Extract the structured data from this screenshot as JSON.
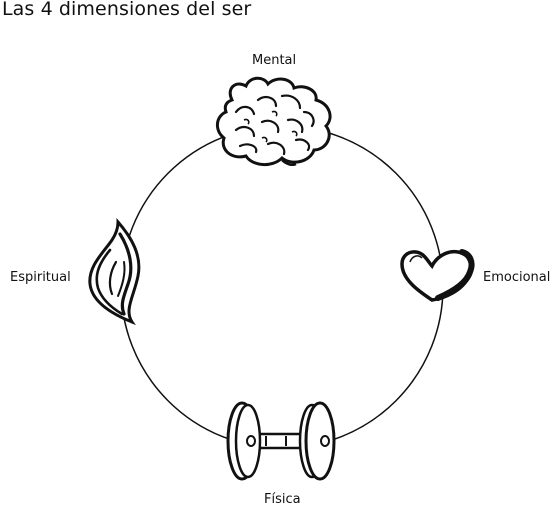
{
  "title": "Las 4 dimensiones del ser",
  "dimensions": {
    "top": {
      "label": "Mental",
      "icon": "brain-icon"
    },
    "right": {
      "label": "Emocional",
      "icon": "heart-icon"
    },
    "bottom": {
      "label": "Física",
      "icon": "dumbbell-icon"
    },
    "left": {
      "label": "Espiritual",
      "icon": "flame-icon"
    }
  }
}
